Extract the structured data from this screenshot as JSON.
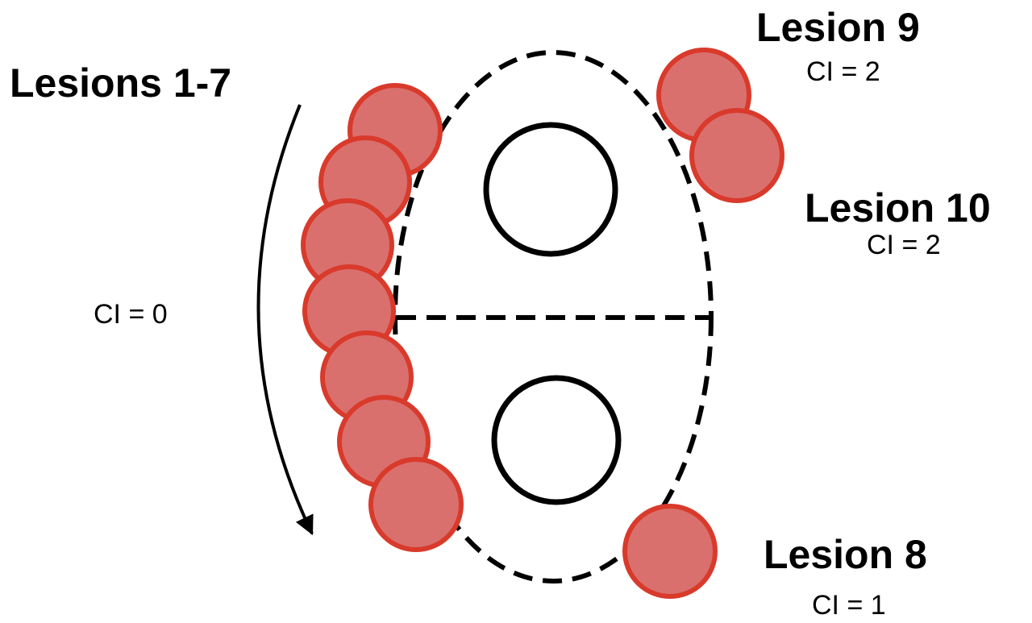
{
  "labels": {
    "lesions_1_7": "Lesions 1-7",
    "ci_0": "CI = 0",
    "lesion_9": "Lesion 9",
    "ci_9": "CI = 2",
    "lesion_10": "Lesion 10",
    "ci_10": "CI = 2",
    "lesion_8": "Lesion 8",
    "ci_8": "CI = 1"
  },
  "colors": {
    "lesion_fill": "#d9706e",
    "lesion_stroke": "#d93a2b",
    "line": "#000000",
    "background": "#ffffff"
  }
}
